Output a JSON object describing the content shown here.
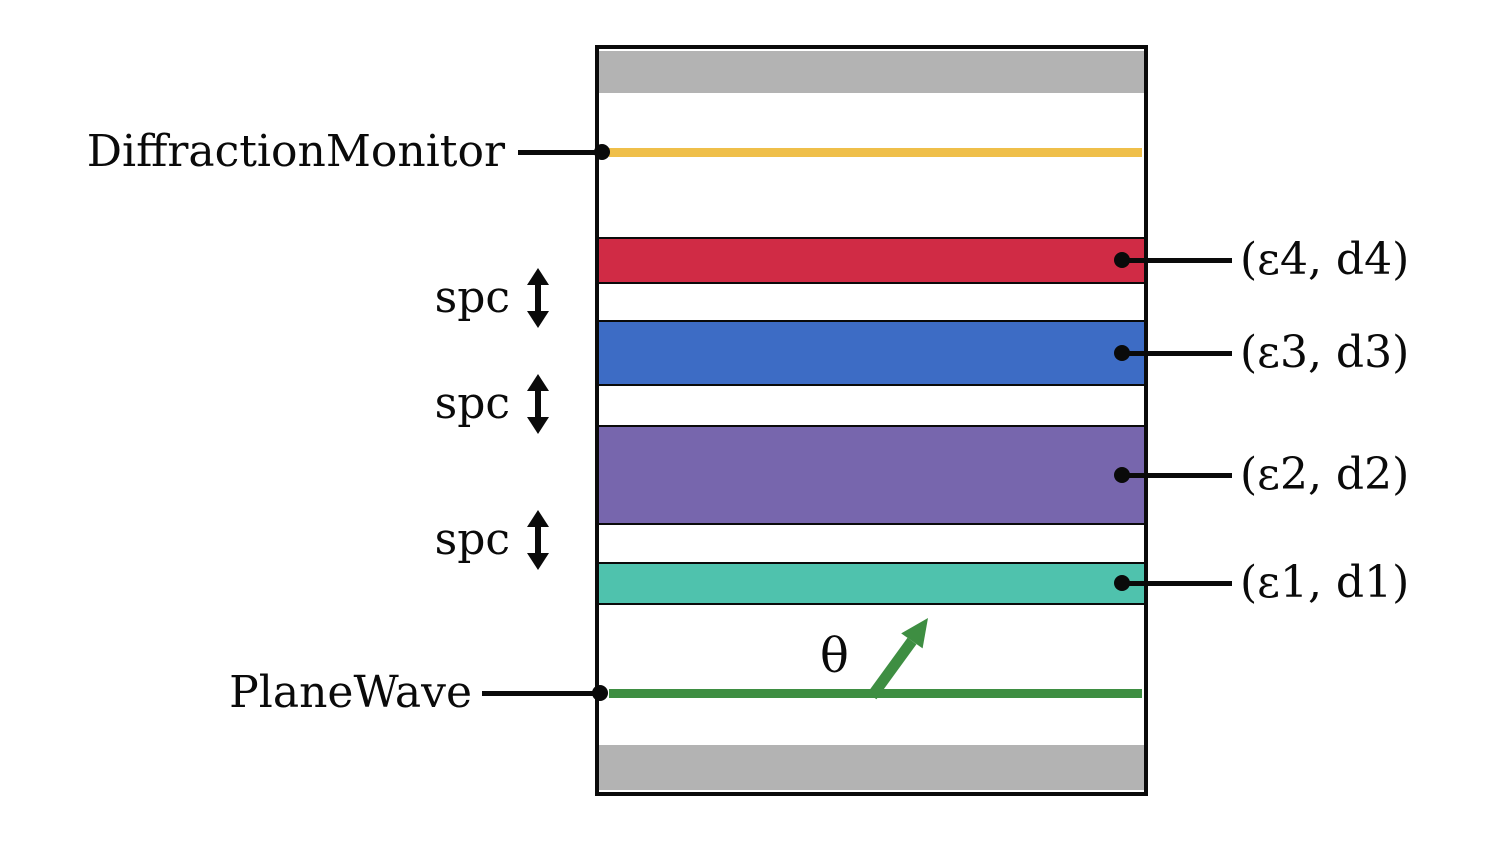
{
  "diagram": {
    "monitor": {
      "label": "DiffractionMonitor",
      "color": "#efbf4a"
    },
    "source": {
      "label": "PlaneWave",
      "angle_label": "θ",
      "color": "#3e8e42"
    },
    "pml_color": "#b3b3b3",
    "connector_color": "#0a0a0a",
    "spacers": [
      {
        "label": "spc"
      },
      {
        "label": "spc"
      },
      {
        "label": "spc"
      }
    ],
    "layers": [
      {
        "label": "(ε4, d4)",
        "color": "#d02b45"
      },
      {
        "label": "(ε3, d3)",
        "color": "#3d6cc5"
      },
      {
        "label": "(ε2, d2)",
        "color": "#7766ad"
      },
      {
        "label": "(ε1, d1)",
        "color": "#4fc2ad"
      }
    ]
  }
}
